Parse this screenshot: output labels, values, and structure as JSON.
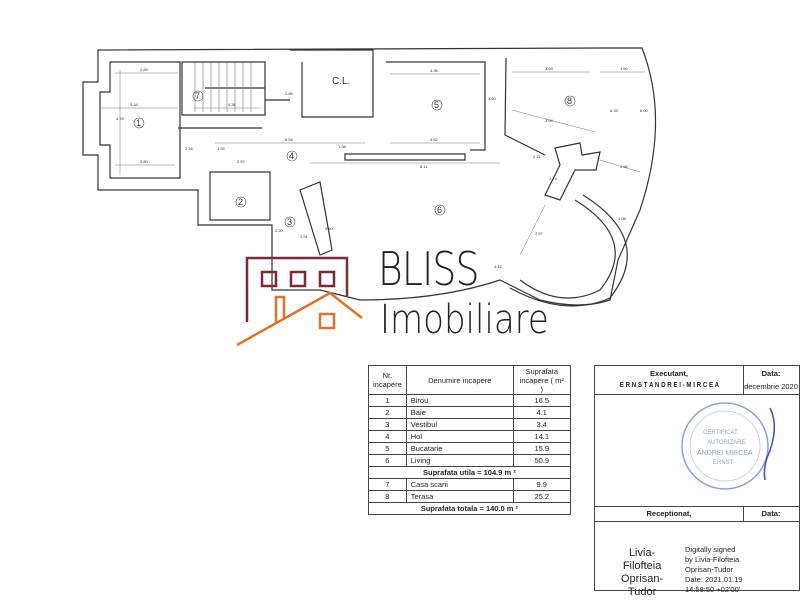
{
  "plan": {
    "rooms": [
      {
        "number": "1"
      },
      {
        "number": "2"
      },
      {
        "number": "3"
      },
      {
        "number": "4"
      },
      {
        "number": "5"
      },
      {
        "number": "6"
      },
      {
        "number": "7"
      },
      {
        "number": "8"
      }
    ],
    "cl_label": "C.L.",
    "dimensions": [
      "2.69",
      "5.34",
      "4.78",
      "3.80",
      "2.16",
      "4.36",
      "2.85",
      "6.54",
      "1.92",
      "1.38",
      "2.57",
      "4.36",
      "4.82",
      "8.11",
      "3.60",
      "3.69",
      "1.60",
      "3.94",
      "2.11",
      "1.74",
      "1.66",
      "2.97",
      "4.12",
      "1.08",
      "2.20",
      "1.91",
      "3.60",
      "6.33",
      "6.00"
    ]
  },
  "logo": {
    "brand": "BLISS",
    "subtitle": "Imobiliare",
    "colors": {
      "house_dark": "#7a2a35",
      "roof": "#e0732c"
    }
  },
  "room_table": {
    "headers": [
      "Nr. incapere",
      "Denumire incapere",
      "Suprafata incapere ( m² )"
    ],
    "rows": [
      {
        "nr": "1",
        "name": "Birou",
        "area": "16.5"
      },
      {
        "nr": "2",
        "name": "Baie",
        "area": "4.1"
      },
      {
        "nr": "3",
        "name": "Vestibul",
        "area": "3.4"
      },
      {
        "nr": "4",
        "name": "Hol",
        "area": "14.1"
      },
      {
        "nr": "5",
        "name": "Bucatarie",
        "area": "15.9"
      },
      {
        "nr": "6",
        "name": "Living",
        "area": "50.9"
      }
    ],
    "subtotal": "Suprafata utila = 104.9 m ²",
    "rows2": [
      {
        "nr": "7",
        "name": "Casa scarii",
        "area": "9.9"
      },
      {
        "nr": "8",
        "name": "Terasa",
        "area": "25.2"
      }
    ],
    "total": "Suprafata totala = 140.0 m ²"
  },
  "signature_block": {
    "executant_label": "Executant,",
    "executant_name": "E R N S T   A N D R E I - M I R C E A",
    "data_label": "Data:",
    "data_value": "decembrie 2020",
    "stamp_text": "CERTIFICAT DE AUTORIZARE ANDREI MIRCEA ERNST",
    "receptionat_label": "Receptionat,",
    "data_label2": "Data:",
    "signer_name": "Livia-\nFilofteia\nOprisan-\nTudor",
    "signer_lines": [
      "Livia-",
      "Filofteia",
      "Oprisan-",
      "Tudor"
    ],
    "digital_signature": [
      "Digitally signed",
      "by Livia-Filofteia",
      "Oprisan-Tudor",
      "Date: 2021.01.19",
      "14:58:50 +02'00'"
    ]
  }
}
